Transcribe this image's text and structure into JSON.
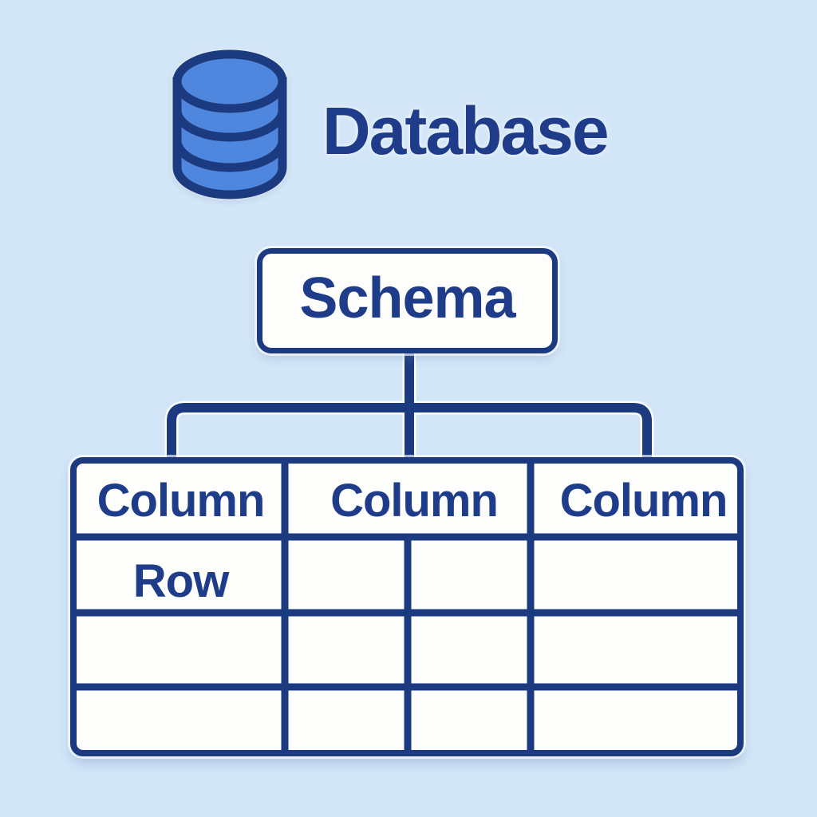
{
  "palette": {
    "background": "#d3e6f8",
    "line_navy": "#1c3a80",
    "text_navy": "#1e3c8a",
    "cylinder_fill": "#4f86de",
    "box_fill": "#fdfdfc"
  },
  "header": {
    "icon": "database-cylinder-icon",
    "title": "Database"
  },
  "schema": {
    "label": "Schema"
  },
  "table": {
    "columns": [
      {
        "label": "Column"
      },
      {
        "label": "Column"
      },
      {
        "label": "Column"
      }
    ],
    "rows": [
      {
        "cells": [
          "Row",
          "",
          "",
          ""
        ]
      },
      {
        "cells": [
          "",
          "",
          "",
          ""
        ]
      },
      {
        "cells": [
          "",
          "",
          "",
          ""
        ]
      }
    ]
  }
}
